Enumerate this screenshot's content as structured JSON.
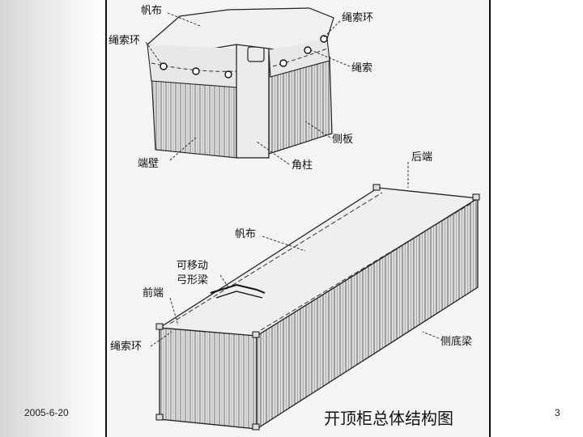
{
  "slide": {
    "date": "2005-6-20",
    "page_number": "3"
  },
  "figure": {
    "caption": "开顶柜总体结构图",
    "detail_labels": {
      "tarpaulin": "帆布",
      "rope_ring_left": "绳索环",
      "rope_ring_right": "绳索环",
      "rope": "绳索",
      "side_panel": "侧板",
      "end_wall": "端壁",
      "corner_post": "角柱"
    },
    "main_labels": {
      "rear_end": "后端",
      "tarpaulin": "帆布",
      "movable_bow_line1": "可移动",
      "movable_bow_line2": "弓形梁",
      "front_end": "前端",
      "rope_ring": "绳索环",
      "side_bottom_rail": "侧底梁"
    }
  }
}
